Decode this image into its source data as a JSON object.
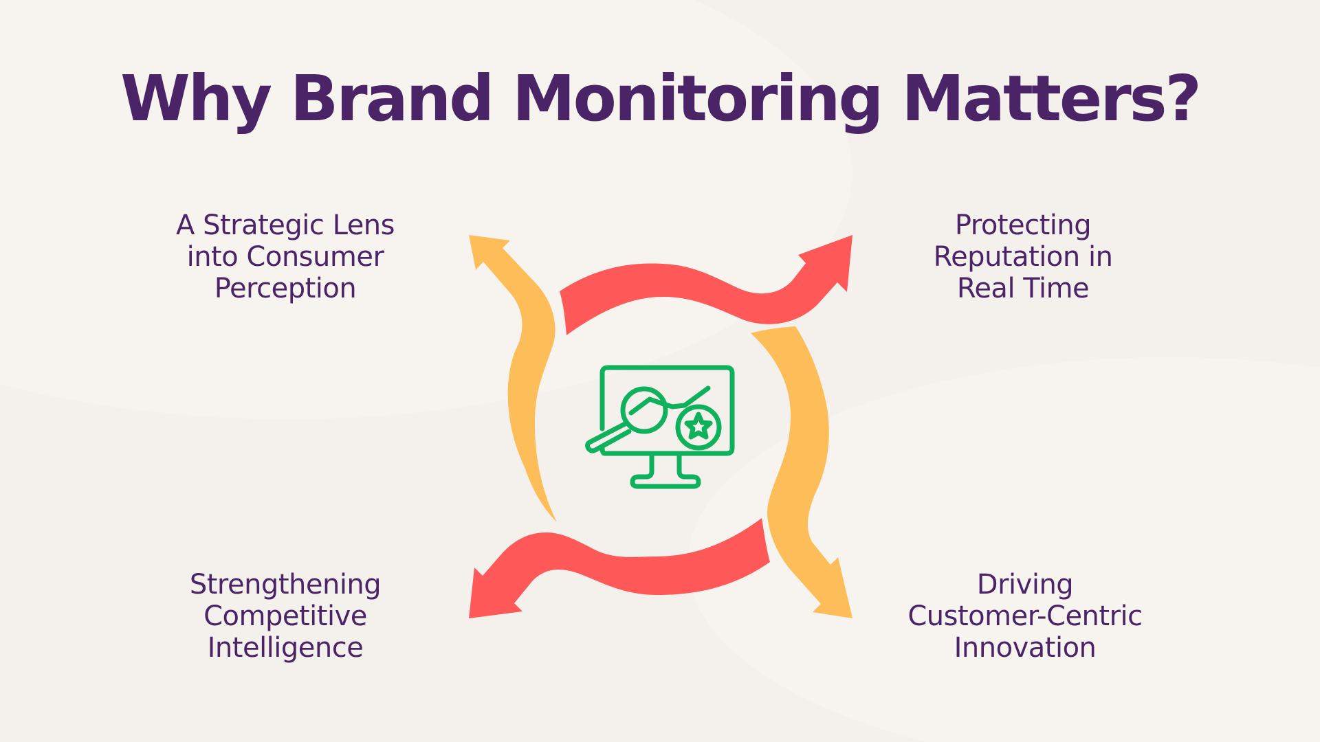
{
  "title": "Why Brand Monitoring Matters?",
  "colors": {
    "title": "#4a2466",
    "text": "#4a2466",
    "arrow_red": "#fe5858",
    "arrow_yellow": "#fdbd59",
    "icon_green": "#0fb15c",
    "background": "#f4f1ec"
  },
  "center_icon": "monitor-magnifier-star-icon",
  "items": [
    {
      "position": "top-left",
      "lines": [
        "A Strategic Lens",
        "into Consumer",
        "Perception"
      ],
      "arrow": "yellow-arrow-up-left"
    },
    {
      "position": "top-right",
      "lines": [
        "Protecting",
        "Reputation in",
        "Real Time"
      ],
      "arrow": "red-arrow-up-right"
    },
    {
      "position": "bottom-left",
      "lines": [
        "Strengthening",
        "Competitive",
        "Intelligence"
      ],
      "arrow": "red-arrow-down-left"
    },
    {
      "position": "bottom-right",
      "lines": [
        "Driving",
        "Customer-Centric",
        "Innovation"
      ],
      "arrow": "yellow-arrow-down-right"
    }
  ]
}
